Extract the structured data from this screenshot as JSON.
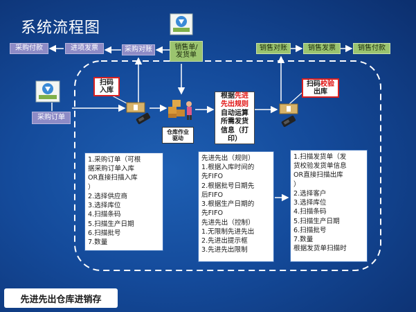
{
  "page": {
    "title": "系统流程图",
    "caption": "先进先出仓库进销存"
  },
  "purchase_flow": {
    "pay": "采购付款",
    "invoice": "进项发票",
    "reconcile": "采购对账",
    "order": "采购订单"
  },
  "sales_flow": {
    "order_line1": "销售单/",
    "order_line2": "发货单",
    "reconcile": "销售对账",
    "invoice": "销售发票",
    "pay": "销售付款"
  },
  "callouts": {
    "scan_in_line1": "扫码",
    "scan_in_line2": "入库",
    "scan_out_a": "扫码",
    "scan_out_b": "校验",
    "scan_out_line2": "出库",
    "warehouse_line1": "仓库作业",
    "warehouse_line2": "驱动",
    "rule_a": "根据",
    "rule_b": "先进",
    "rule_line2": "先出规则",
    "rule_line3": "自动运算",
    "rule_line4": "所需发货",
    "rule_line5": "信息（打",
    "rule_line6": "印）"
  },
  "panels": {
    "inbound": [
      "1.采购订单（可根",
      "据采购订单入库",
      "OR直接扫描入库",
      "）",
      "2.选择供应商",
      "3.选择库位",
      "4.扫描条码",
      "5.扫描生产日期",
      "6.扫描批号",
      "7.数量"
    ],
    "fifo": [
      "先进先出（规则）",
      "1.根据入库时间的",
      "先FIFO",
      "2.根据批号日期先",
      "后FIFO",
      "3.根据生产日期的",
      "先FIFO",
      "先进先出（控制）",
      "1.无限制先进先出",
      "2.先进出提示框",
      "3.先进先出限制"
    ],
    "outbound": [
      "1.扫描发货单（发",
      "货校验发货单信息",
      "OR直接扫描出库",
      "）",
      "2.选择客户",
      "3.选择库位",
      "4.扫描条码",
      "5.扫描生产日期",
      "6.扫描批号",
      "7.数量",
      "根据发货单扫描时"
    ]
  },
  "colors": {
    "background": "#1a57a8",
    "purple_box": "#8e8bc6",
    "green_box": "#9bc46f",
    "highlight_red": "#e01010",
    "connector": "#ffffff"
  },
  "icons": [
    "document-download-icon",
    "scanner-icon",
    "package-icon",
    "worker-boxes-icon"
  ]
}
